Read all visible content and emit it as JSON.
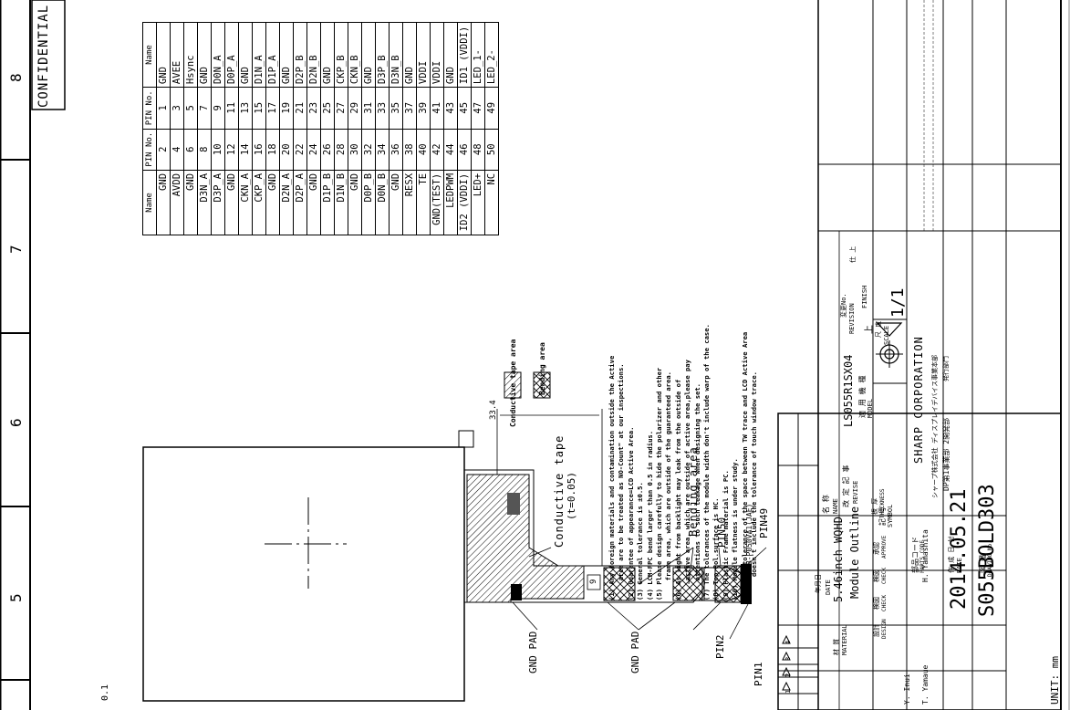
{
  "header": {
    "confidential": "CONFIDENTIAL",
    "zone_labels": [
      "8",
      "7",
      "6",
      "5"
    ],
    "page_fragment": "0.1",
    "unit_label": "UNIT: mm"
  },
  "pin_table": {
    "headers": [
      "Name",
      "PIN No.",
      "PIN No.",
      "Name"
    ],
    "rows": [
      [
        "GND",
        "2",
        "1",
        "GND"
      ],
      [
        "AVDD",
        "4",
        "3",
        "AVEE"
      ],
      [
        "GND",
        "6",
        "5",
        "Hsync"
      ],
      [
        "D3N_A",
        "8",
        "7",
        "GND"
      ],
      [
        "D3P_A",
        "10",
        "9",
        "D0N_A"
      ],
      [
        "GND",
        "12",
        "11",
        "D0P_A"
      ],
      [
        "CKN_A",
        "14",
        "13",
        "GND"
      ],
      [
        "CKP_A",
        "16",
        "15",
        "D1N_A"
      ],
      [
        "GND",
        "18",
        "17",
        "D1P_A"
      ],
      [
        "D2N_A",
        "20",
        "19",
        "GND"
      ],
      [
        "D2P_A",
        "22",
        "21",
        "D2P_B"
      ],
      [
        "GND",
        "24",
        "23",
        "D2N_B"
      ],
      [
        "D1P_B",
        "26",
        "25",
        "GND"
      ],
      [
        "D1N_B",
        "28",
        "27",
        "CKP_B"
      ],
      [
        "GND",
        "30",
        "29",
        "CKN_B"
      ],
      [
        "D0P_B",
        "32",
        "31",
        "GND"
      ],
      [
        "D0N_B",
        "34",
        "33",
        "D3P_B"
      ],
      [
        "GND",
        "36",
        "35",
        "D3N_B"
      ],
      [
        "RESX",
        "38",
        "37",
        "GND"
      ],
      [
        "TE",
        "40",
        "39",
        "VDDI"
      ],
      [
        "GND(TEST)",
        "42",
        "41",
        "VDDI"
      ],
      [
        "LEDPWM",
        "44",
        "43",
        "GND"
      ],
      [
        "ID2 (VDDI)",
        "46",
        "45",
        "ID1 (VDDI)"
      ],
      [
        "LED+",
        "48",
        "47",
        "LED_1-"
      ],
      [
        "NC",
        "50",
        "49",
        "LED_2-"
      ]
    ]
  },
  "legend": {
    "conductive": "Conductive tape area",
    "bending": "Bending area"
  },
  "notes": [
    "(1) Any foreign materials and contamination outside the Active",
    "     area are to be treated as NO-Count\" at our inspections.",
    "(2) Guarantee of appearance=LCD Active Area.",
    "(3) General tolerance is ±0.5.",
    "(4) LCM-FPC bend larger than 0.5 in radius.",
    "(5) Please design carefully to hide the polarizer and other",
    "     frame area, which are outside of the guaranteed area.",
    "(6) As light from backlight may leak from the outside of",
    "     active area, which are outside of active area,please pay",
    "     attentions to such leakage when designing the set.",
    "(7) The tolerances of the module width don't include warp of the case.",
    "(8) Top Pol.surface is HC.",
    "(9) Plastic Frame material is PC.",
    "(10) Module flatness is under study.",
    "(11) The tolerance of the space between TW trace and LCD Active Area",
    "      doesn't include the tolerance of touch window trace."
  ],
  "drawing": {
    "dim_33_4": "33.4",
    "conductive_tape": "Conductive tape",
    "thickness": "(t=0.05)",
    "bending_area": "Bending area",
    "pin50": "PIN50",
    "connector": "CN:WP7B-P050VA1(JAE)",
    "pin49": "PIN49",
    "pin2": "PIN2",
    "pin1": "PIN1",
    "gnd_pad_1": "GND PAD",
    "gnd_pad_2": "GND PAD",
    "dim_9": "9"
  },
  "title_block": {
    "name_label_jp": "名 称",
    "name_label": "NAME",
    "product_name_line1": "5.46inch WQHD",
    "product_name_line2": "Module Outline",
    "symbol_label_jp": "記 号",
    "symbol_label": "SYMBOL",
    "parts_code_label_jp": "部品コード",
    "parts_code_label": "PARTS CODE",
    "date_label_jp": "作 成 日 付",
    "date_label": "DATE",
    "date_value": "2014.05.21",
    "drawing_no_label_jp": "図 番",
    "drawing_no_label": "DRAWING No.",
    "drawing_no": "S055BOLD303",
    "model_label_jp": "適 用 機 種",
    "model_label": "MODEL",
    "model_value": "LS055R1SX04",
    "scale_label_jp": "尺 度",
    "scale_label": "SCALE",
    "scale_value": "1/1",
    "company": "SHARP CORPORATION",
    "company_jp": "シャープ株式会社 ディスプレイデバイス事業本部",
    "dept_jp": "DP第1事業部 2開発部",
    "dept_prefix_jp": "発行部門",
    "revision_label_jp": "変更No.",
    "revision_label": "REVISION",
    "revision_value": "上",
    "finish_label_jp": "仕 上",
    "finish_label": "FINISH",
    "thickness_label_jp": "板 厚",
    "thickness_label": "THICKNESS",
    "revise_label_jp": "改 定 記 事",
    "revise_label": "REVISE",
    "date2_label_jp": "年月日",
    "date2_label": "DATE",
    "material_label_jp": "材 質",
    "material_label": "MATERIAL",
    "design_label_jp": "設計",
    "design_label": "DESIGN",
    "check_label_jp": "検図",
    "check_label": "CHECK",
    "check2_label_jp": "検図",
    "check2_label": "CHECK",
    "approve_label_jp": "承認",
    "approve_label": "APPROVE",
    "designer": "Y. Inui",
    "checker": "T. Yamaue",
    "checker2": "H. Yamashita",
    "rev_marks": [
      "4",
      "3",
      "2",
      "1"
    ]
  }
}
